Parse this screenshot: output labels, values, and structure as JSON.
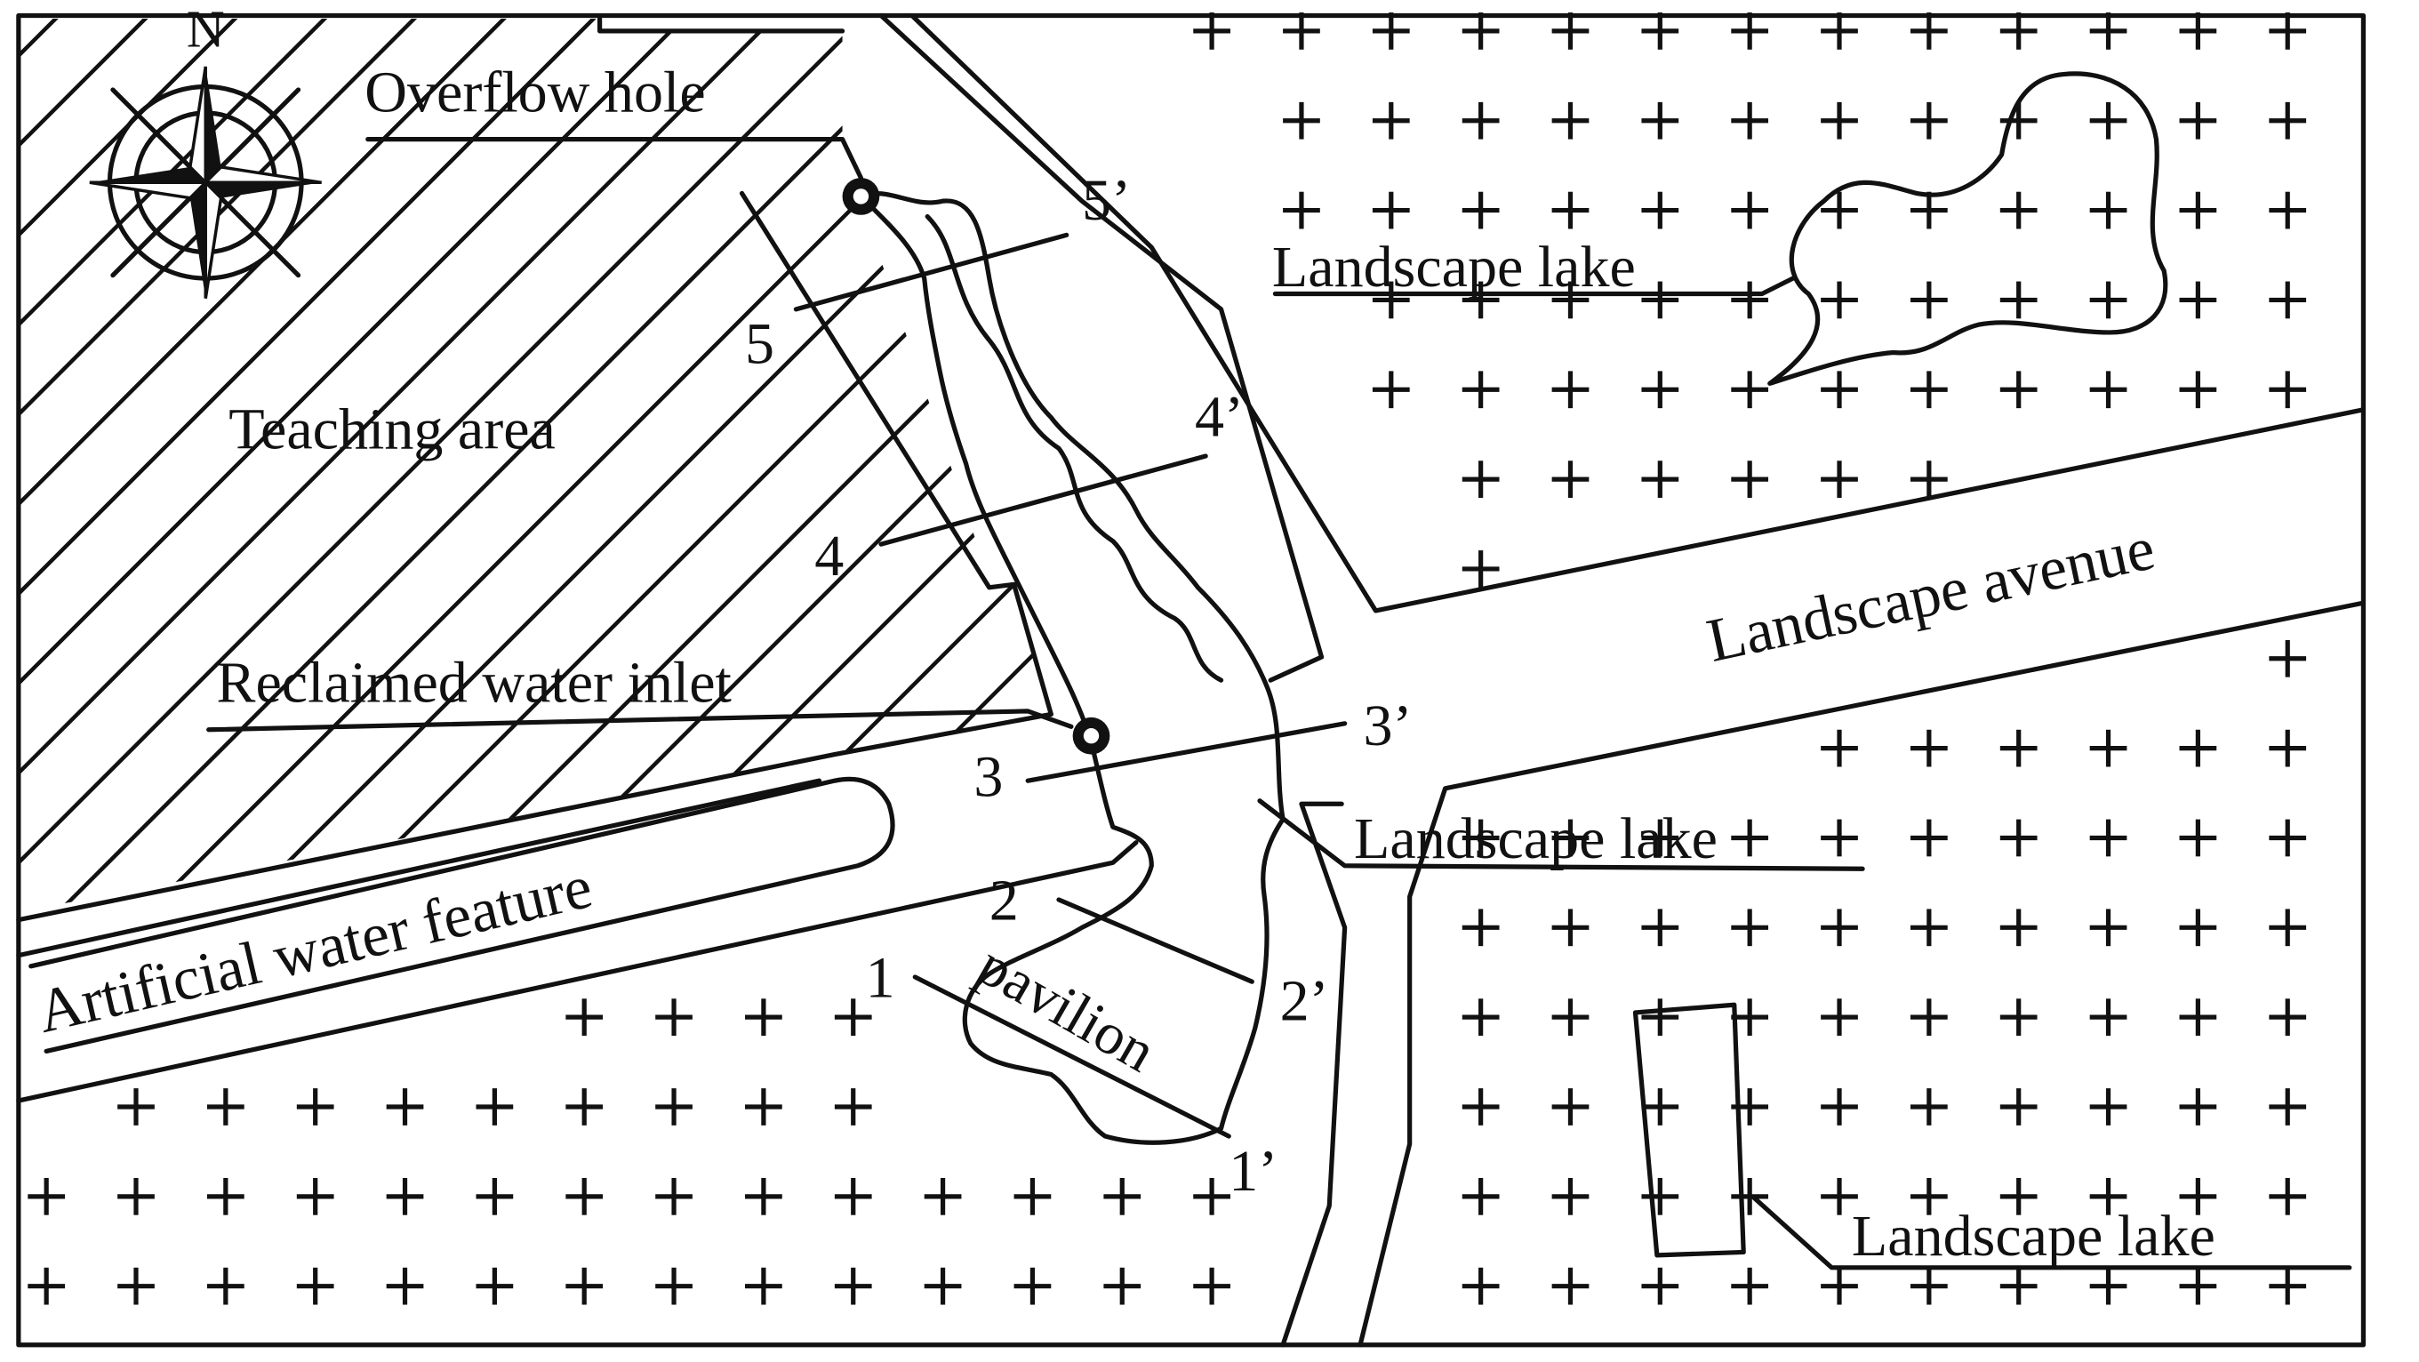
{
  "map": {
    "compass": {
      "north_label": "N"
    },
    "labels": {
      "overflow_hole": "Overflow hole",
      "teaching_area": "Teaching area",
      "reclaimed_water_inlet": "Reclaimed water inlet",
      "artificial_water_feature": "Artificial water feature",
      "pavilion": "pavilion",
      "landscape_avenue": "Landscape avenue",
      "landscape_lake_north": "Landscape lake",
      "landscape_lake_middle": "Landscape lake",
      "landscape_lake_south": "Landscape lake"
    },
    "sections": [
      {
        "start": "1",
        "end": "1’"
      },
      {
        "start": "2",
        "end": "2’"
      },
      {
        "start": "3",
        "end": "3’"
      },
      {
        "start": "4",
        "end": "4’"
      },
      {
        "start": "5",
        "end": "5’"
      }
    ]
  }
}
